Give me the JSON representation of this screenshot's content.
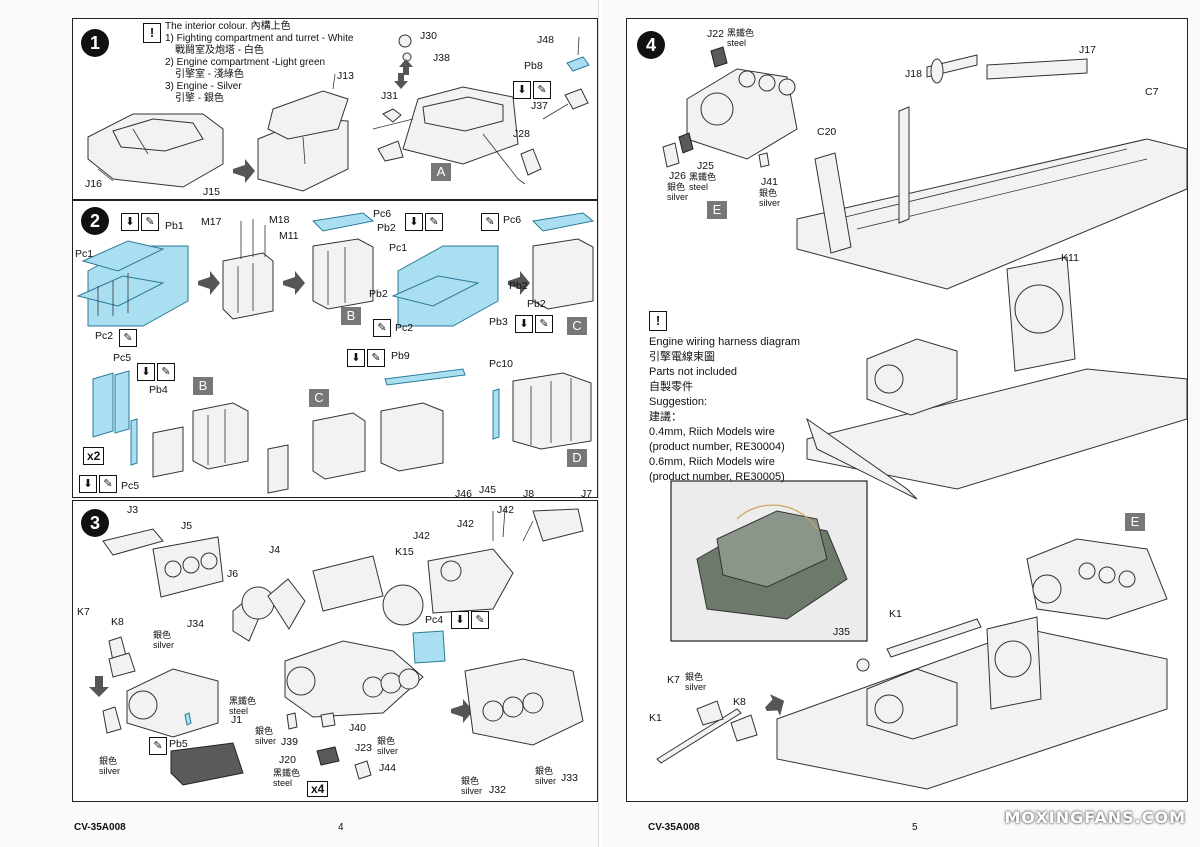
{
  "left_page": {
    "footer_code": "CV-35A008",
    "page_number": "4",
    "step1": {
      "number": "1",
      "note_lines": [
        "The interior colour. 內構上色",
        "1) Fighting compartment and  turret  - White",
        "戰鬪室及炮塔 - 白色",
        "2) Engine compartment -Light green",
        "引擎室 - 淺綠色",
        "3) Engine - Silver",
        "引擎 - 銀色"
      ],
      "labels": [
        "J16",
        "J15",
        "J13",
        "J30",
        "J38",
        "J48",
        "Pb8",
        "J31",
        "J37",
        "J28"
      ],
      "subassembly": "A"
    },
    "step2": {
      "number": "2",
      "labels": [
        "Pc1",
        "Pb1",
        "Pc2",
        "M17",
        "M18",
        "M11",
        "Pc6",
        "Pb2",
        "Pc1",
        "Pb2",
        "Pc6",
        "Pb2",
        "Pb2",
        "Pb3",
        "Pc2",
        "Pc5",
        "Pb4",
        "Pc5",
        "Pb9",
        "Pc10"
      ],
      "multiplier": "x2",
      "subassemblies": [
        "B",
        "C",
        "B",
        "C",
        "D"
      ]
    },
    "step3": {
      "number": "3",
      "labels": [
        "J3",
        "J5",
        "J4",
        "J6",
        "K15",
        "J42",
        "J46",
        "J45",
        "J42",
        "J42",
        "J8",
        "J7",
        "K7",
        "K8",
        "J34",
        "Pc4",
        "J1",
        "Pb5",
        "J39",
        "J40",
        "J20",
        "J23",
        "J44",
        "J32",
        "J33"
      ],
      "color_labels": [
        "銀色\nsilver",
        "黑鐵色\nsteel",
        "銀色\nsilver",
        "銀色\nsilver",
        "黑鐵色\nsteel",
        "銀色\nsilver",
        "銀色\nsilver",
        "銀色\nsilver"
      ],
      "multiplier": "x4"
    }
  },
  "right_page": {
    "footer_code": "CV-35A008",
    "page_number": "5",
    "step4": {
      "number": "4",
      "labels": [
        "J22",
        "J25",
        "J26",
        "J41",
        "C20",
        "J18",
        "J17",
        "C7",
        "K11",
        "J35",
        "K1",
        "K7",
        "K8",
        "K1"
      ],
      "color_labels": [
        "黑鐵色\nsteel",
        "黑鐵色\nsteel",
        "銀色\nsilver",
        "銀色\nsilver",
        "銀色\nsilver"
      ],
      "subassembly": "E",
      "subassembly_ref": "E"
    },
    "wiring_note": [
      "Engine wiring harness diagram",
      "引擎電線束圖",
      "Parts not included",
      "自製零件",
      "Suggestion:",
      "建議：",
      "0.4mm, Riich Models wire",
      "(product number, RE30004)",
      "0.6mm, Riich Models wire",
      "(product number, RE30005)"
    ],
    "watermark": "MOXINGFANS.COM"
  },
  "colors": {
    "photo_etch_blue": "#a9dff0",
    "step_badge": "#111111",
    "subassembly_badge": "#777777"
  }
}
